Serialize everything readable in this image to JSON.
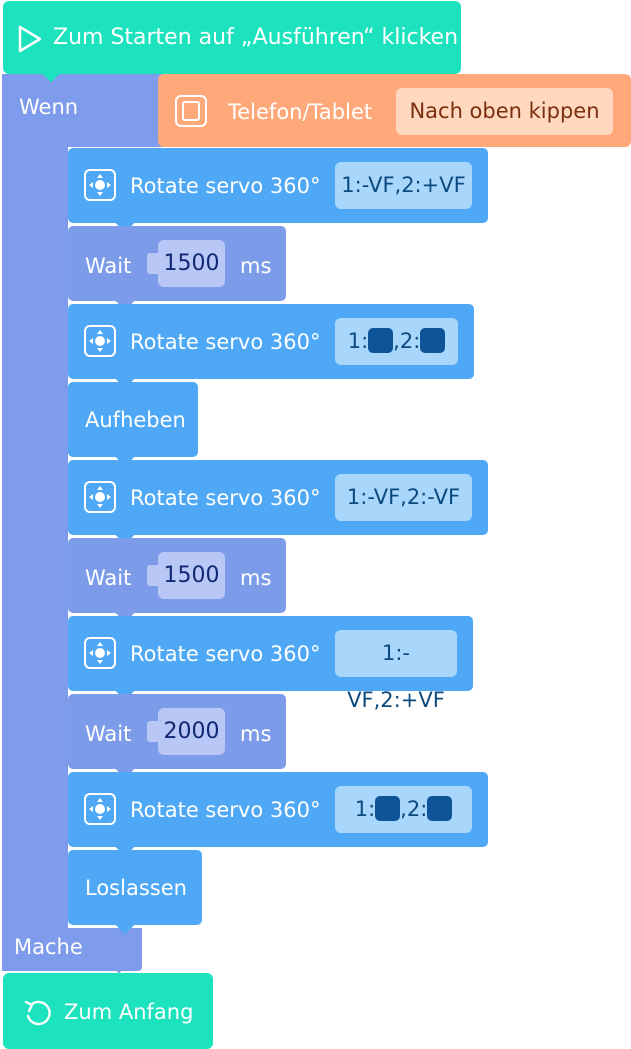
{
  "start": {
    "label": "Zum Starten auf „Ausführen“ klicken",
    "icon": "play-icon"
  },
  "event": {
    "when_label": "Wenn",
    "do_label": "Mache",
    "sensor_label": "Telefon/Tablet",
    "sensor_icon": "tablet-icon",
    "sensor_value": "Nach oben kippen"
  },
  "blocks": [
    {
      "type": "servo",
      "label": "Rotate servo 360°",
      "value": "1:-VF,2:+VF"
    },
    {
      "type": "wait",
      "label": "Wait",
      "value": "1500",
      "unit": "ms"
    },
    {
      "type": "servo",
      "label": "Rotate servo 360°",
      "value_prefix": "1:",
      "value_mid": ",2:",
      "swatch_color": "#0e5498"
    },
    {
      "type": "action",
      "label": "Aufheben"
    },
    {
      "type": "servo",
      "label": "Rotate servo 360°",
      "value": "1:-VF,2:-VF"
    },
    {
      "type": "wait",
      "label": "Wait",
      "value": "1500",
      "unit": "ms"
    },
    {
      "type": "servo",
      "label": "Rotate servo 360°",
      "value": "1:-VF,2:+VF"
    },
    {
      "type": "wait",
      "label": "Wait",
      "value": "2000",
      "unit": "ms"
    },
    {
      "type": "servo",
      "label": "Rotate servo 360°",
      "value_prefix": "1:",
      "value_mid": ",2:",
      "swatch_color": "#0e5498"
    },
    {
      "type": "action",
      "label": "Loslassen"
    }
  ],
  "reset": {
    "label": "Zum Anfang",
    "icon": "reset-icon"
  },
  "colors": {
    "start": "#1ce2bd",
    "event": "#7e9ceb",
    "sensor": "#ffa97a",
    "servo": "#4fa8f6",
    "wait": "#7c9be8"
  }
}
